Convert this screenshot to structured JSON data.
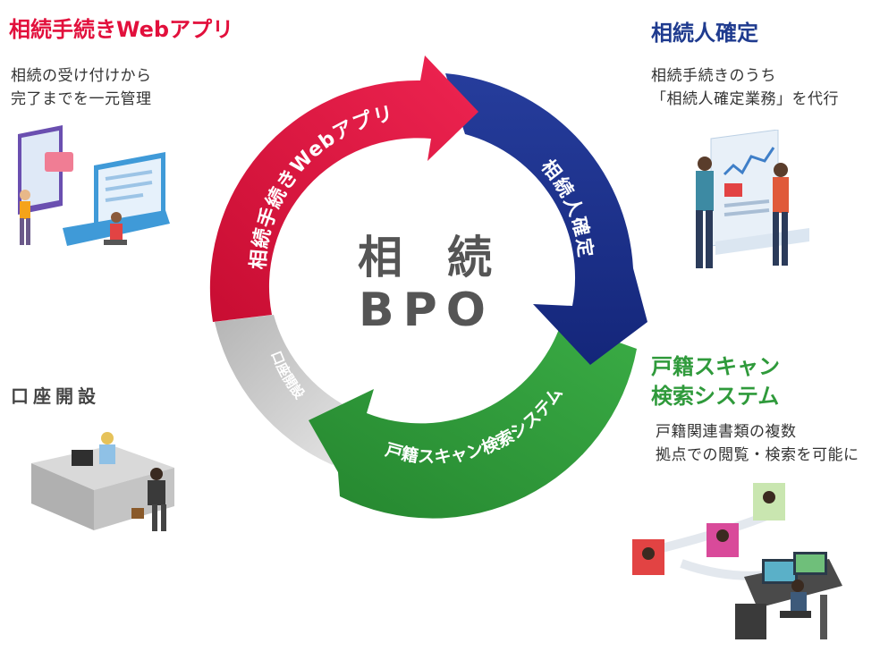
{
  "sections": {
    "webapp": {
      "title": "相続手続きWebアプリ",
      "desc": [
        "相続の受け付けから",
        "完了までを一元管理"
      ],
      "color": "#e2103c"
    },
    "heir": {
      "title": "相続人確定",
      "desc": [
        "相続手続きのうち",
        "「相続人確定業務」を代行"
      ],
      "color": "#1f3b8f"
    },
    "koza": {
      "title": "口座開設",
      "color": "#9a9a9a"
    },
    "koseki": {
      "title": [
        "戸籍スキャン",
        "検索システム"
      ],
      "desc": [
        "戸籍関連書類の複数",
        "拠点での閲覧・検索を可能に"
      ],
      "color": "#2f9a3b"
    }
  },
  "cycle": {
    "center": [
      "相　続",
      "BPO"
    ],
    "segments": {
      "webapp": "相続手続きWebアプリ",
      "heir": "相続人確定",
      "koseki": "戸籍スキャン検索システム",
      "koza": "口座開設"
    },
    "colors": {
      "red": "#e2103c",
      "blue": "#1a2f8c",
      "green": "#2f9a3b",
      "gray": "#c8c8c8"
    }
  }
}
